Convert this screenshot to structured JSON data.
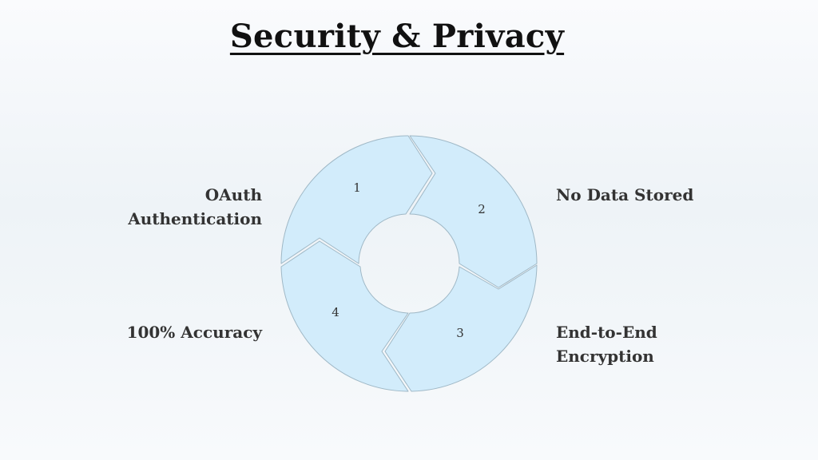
{
  "title": "Security & Privacy",
  "steps": [
    {
      "number": "1",
      "label": "OAuth\nAuthentication"
    },
    {
      "number": "2",
      "label": "No Data Stored"
    },
    {
      "number": "3",
      "label": "End-to-End\nEncryption"
    },
    {
      "number": "4",
      "label": "100% Accuracy"
    }
  ],
  "colors": {
    "segment_fill": "#d2ecfb",
    "segment_stroke": "#9fb8c6",
    "text": "#333333"
  }
}
